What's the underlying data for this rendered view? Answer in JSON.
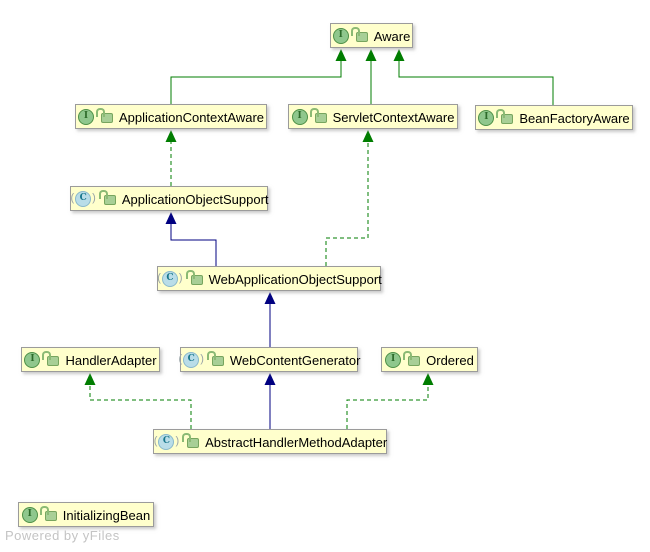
{
  "diagram": {
    "watermark": "Powered by yFiles",
    "icon_glyphs": {
      "interface_letter": "I",
      "class_letter": "C",
      "paren_open": "(",
      "paren_close": ")"
    },
    "colors": {
      "node_fill": "#ffffcc",
      "node_border": "#9b9b9b",
      "interface_relation": "#008000",
      "class_relation": "#000080",
      "interface_icon": "#8fc78d",
      "class_icon": "#b9dde8",
      "lock_icon": "#a8cf96",
      "watermark": "#c4c4c4"
    },
    "nodes": {
      "aware": {
        "label": "Aware",
        "kind": "interface"
      },
      "application_context_aware": {
        "label": "ApplicationContextAware",
        "kind": "interface"
      },
      "servlet_context_aware": {
        "label": "ServletContextAware",
        "kind": "interface"
      },
      "bean_factory_aware": {
        "label": "BeanFactoryAware",
        "kind": "interface"
      },
      "application_object_support": {
        "label": "ApplicationObjectSupport",
        "kind": "abstract-class"
      },
      "web_application_object_support": {
        "label": "WebApplicationObjectSupport",
        "kind": "abstract-class"
      },
      "handler_adapter": {
        "label": "HandlerAdapter",
        "kind": "interface"
      },
      "web_content_generator": {
        "label": "WebContentGenerator",
        "kind": "abstract-class"
      },
      "ordered": {
        "label": "Ordered",
        "kind": "interface"
      },
      "abstract_handler_method_adapter": {
        "label": "AbstractHandlerMethodAdapter",
        "kind": "abstract-class"
      },
      "initializing_bean": {
        "label": "InitializingBean",
        "kind": "interface"
      }
    },
    "edges": [
      {
        "from": "ApplicationContextAware",
        "to": "Aware",
        "relation": "extends",
        "style": "green-solid"
      },
      {
        "from": "ServletContextAware",
        "to": "Aware",
        "relation": "extends",
        "style": "green-solid"
      },
      {
        "from": "BeanFactoryAware",
        "to": "Aware",
        "relation": "extends",
        "style": "green-solid"
      },
      {
        "from": "ApplicationObjectSupport",
        "to": "ApplicationContextAware",
        "relation": "implements",
        "style": "green-dashed"
      },
      {
        "from": "WebApplicationObjectSupport",
        "to": "ApplicationObjectSupport",
        "relation": "extends",
        "style": "navy-solid"
      },
      {
        "from": "WebApplicationObjectSupport",
        "to": "ServletContextAware",
        "relation": "implements",
        "style": "green-dashed"
      },
      {
        "from": "WebContentGenerator",
        "to": "WebApplicationObjectSupport",
        "relation": "extends",
        "style": "navy-solid"
      },
      {
        "from": "AbstractHandlerMethodAdapter",
        "to": "WebContentGenerator",
        "relation": "extends",
        "style": "navy-solid"
      },
      {
        "from": "AbstractHandlerMethodAdapter",
        "to": "HandlerAdapter",
        "relation": "implements",
        "style": "green-dashed"
      },
      {
        "from": "AbstractHandlerMethodAdapter",
        "to": "Ordered",
        "relation": "implements",
        "style": "green-dashed"
      }
    ]
  }
}
